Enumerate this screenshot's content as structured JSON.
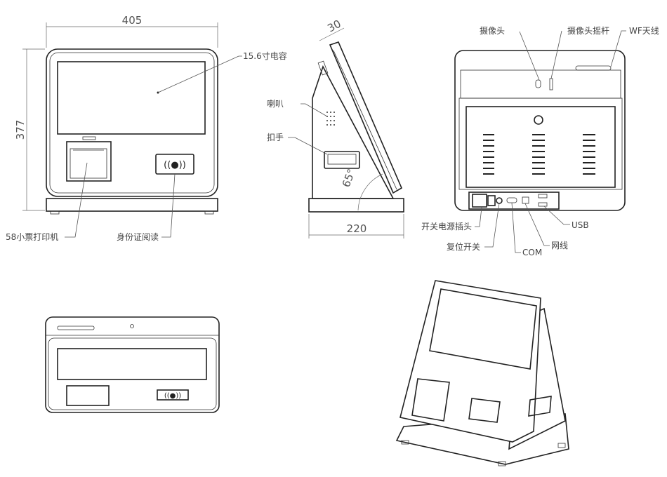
{
  "front_view": {
    "width_dim": "405",
    "height_dim": "377",
    "screen_label": "15.6寸电容",
    "printer_label": "58小票打印机",
    "id_reader_label": "身份证阅读"
  },
  "side_view": {
    "depth_dim": "30",
    "angle_dim": "65°",
    "base_dim": "220",
    "speaker_label": "喇叭",
    "handle_label": "扣手"
  },
  "back_view": {
    "camera_label": "摄像头",
    "camera_lever_label": "摄像头摇杆",
    "antenna_label": "WF天线",
    "power_socket_label": "开关电源插头",
    "reset_label": "复位开关",
    "com_label": "COM",
    "network_label": "网线",
    "usb_label": "USB"
  }
}
